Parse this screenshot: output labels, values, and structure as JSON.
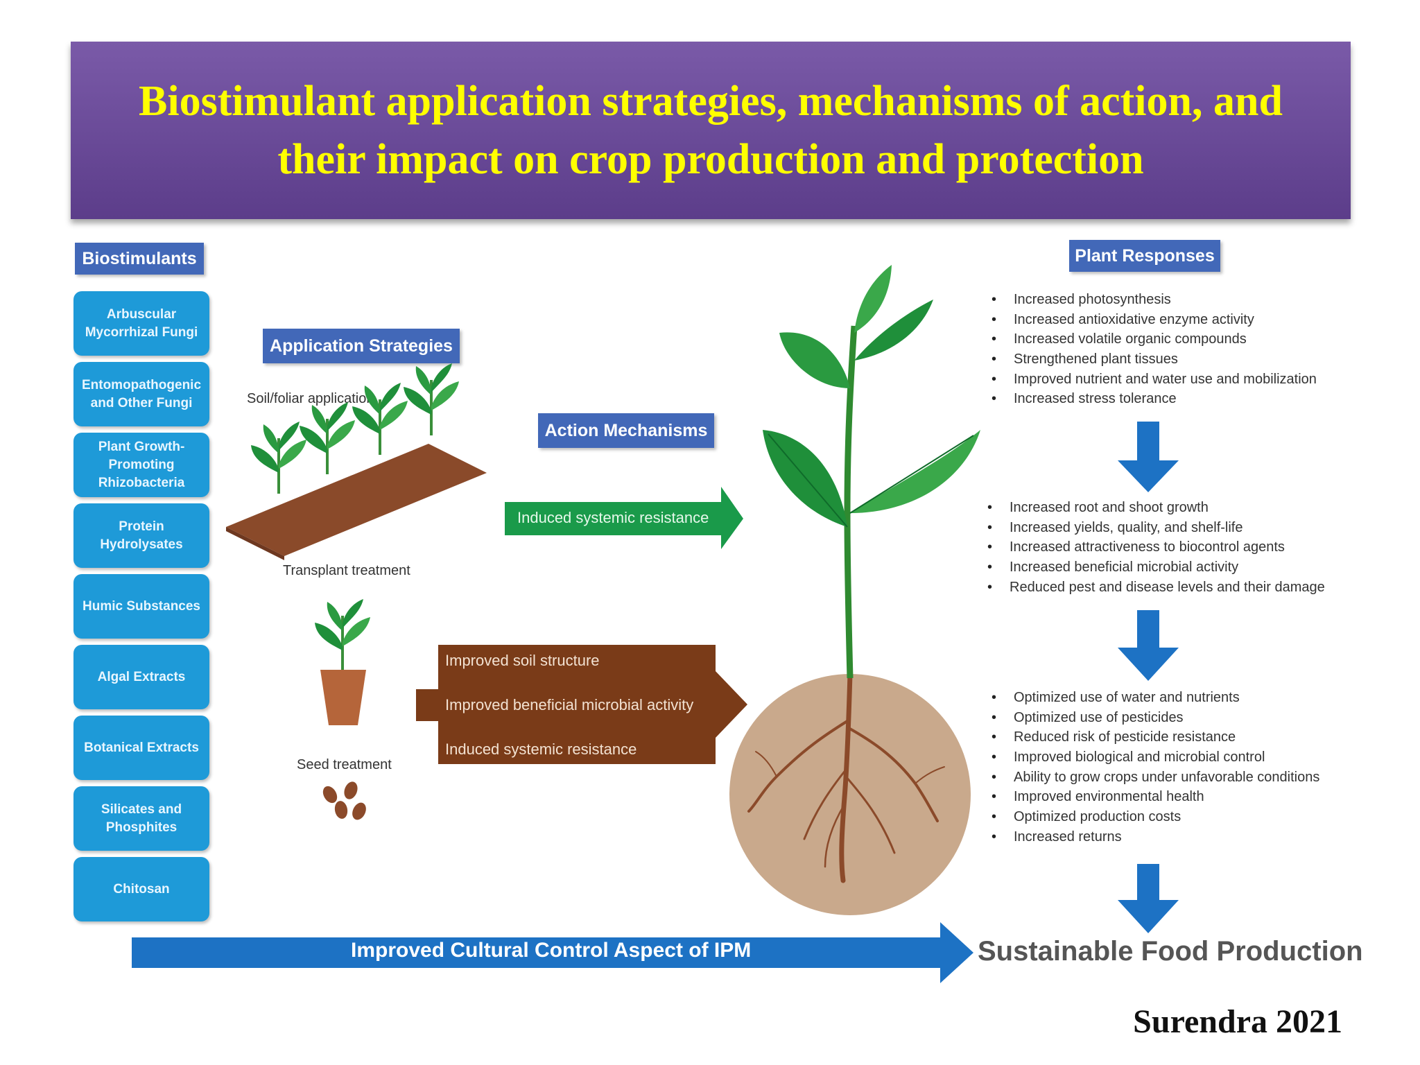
{
  "title": "Biostimulant application strategies, mechanisms of action, and their impact on crop production and protection",
  "biostimulants": {
    "header": "Biostimulants",
    "items": [
      "Arbuscular Mycorrhizal Fungi",
      "Entomopathogenic and Other Fungi",
      "Plant Growth-Promoting Rhizobacteria",
      "Protein Hydrolysates",
      "Humic Substances",
      "Algal Extracts",
      "Botanical Extracts",
      "Silicates and Phosphites",
      "Chitosan"
    ]
  },
  "application": {
    "header": "Application Strategies",
    "soil_foliar": "Soil/foliar application",
    "transplant": "Transplant treatment",
    "seed": "Seed treatment"
  },
  "mechanisms": {
    "header": "Action Mechanisms",
    "green_arrow": "Induced systemic resistance",
    "brown_arrow": [
      "Improved soil structure",
      "Improved beneficial microbial activity",
      "Induced systemic resistance"
    ]
  },
  "responses": {
    "header": "Plant Responses",
    "group1": [
      "Increased photosynthesis",
      "Increased antioxidative enzyme activity",
      "Increased volatile organic compounds",
      "Strengthened plant tissues",
      "Improved nutrient and water use and mobilization",
      "Increased stress tolerance"
    ],
    "group2": [
      "Increased root and shoot growth",
      "Increased yields, quality, and shelf-life",
      "Increased attractiveness to biocontrol agents",
      "Increased beneficial microbial activity",
      "Reduced pest and disease levels and their damage"
    ],
    "group3": [
      "Optimized use of water and nutrients",
      "Optimized use of pesticides",
      "Reduced risk of pesticide resistance",
      "Improved biological and microbial control",
      "Ability to grow crops under unfavorable conditions",
      "Improved environmental health",
      "Optimized production costs",
      "Increased returns"
    ]
  },
  "bottom_arrow": "Improved Cultural Control Aspect of IPM",
  "outcome": "Sustainable Food Production",
  "citation": "Surendra 2021",
  "colors": {
    "banner": "#6b4b9a",
    "title_text": "#ffff00",
    "header_blue": "#4268b8",
    "box_blue": "#1e9ad8",
    "green": "#1a9a4a",
    "brown": "#7a3b18",
    "arrow_blue": "#1d72c4"
  }
}
